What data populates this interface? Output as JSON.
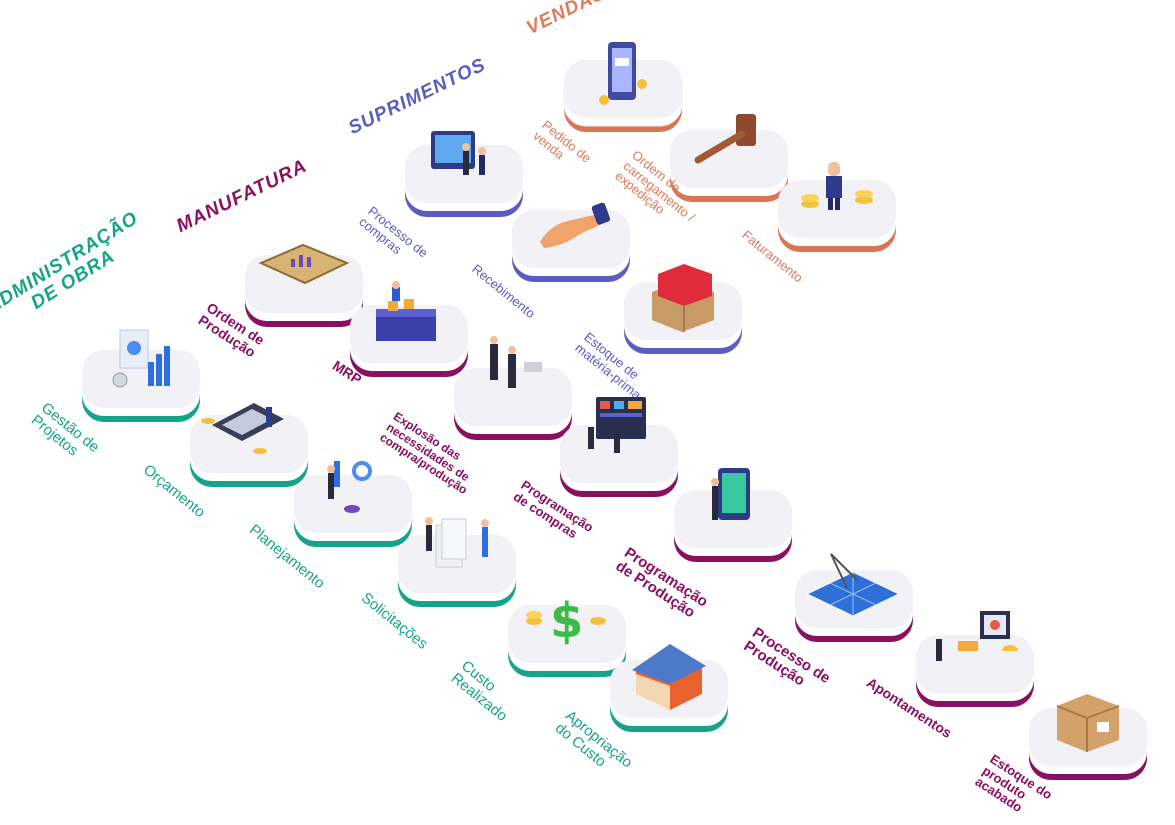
{
  "colors": {
    "adm": "#15a48a",
    "manufatura": "#8a1061",
    "suprimentos": "#5b5cbf",
    "vendas": "#e07b5a",
    "tile_top": "#f2f2f7",
    "tile_side": "#ffffff"
  },
  "headings": {
    "adm": "ADMINISTRAÇÃO\nDE OBRA",
    "manufatura": "MANUFATURA",
    "suprimentos": "SUPRIMENTOS",
    "vendas": "VENDAS"
  },
  "vendas": {
    "pedido": "Pedido de\nvenda",
    "ordem": "Ordem de\ncarregamento /\nexpedição",
    "faturamento": "Faturamento"
  },
  "suprimentos": {
    "processo": "Processo de\ncompras",
    "recebimento": "Recebimento",
    "estoque": "Estoque de\nmatéria-prima"
  },
  "manufatura": {
    "ordem": "Ordem de\nProdução",
    "mrp": "MRP",
    "explosao": "Explosão das\nnecessidades de\ncompra/produção",
    "programacao_compras": "Programação\nde compras",
    "programacao_producao": "Programação\nde Produção",
    "processo": "Processo de\nProdução",
    "apontamentos": "Apontamentos",
    "estoque": "Estoque do\nproduto\nacabado"
  },
  "adm": {
    "gestao": "Gestão de\nProjetos",
    "orcamento": "Orçamento",
    "planejamento": "Planejamento",
    "solicitacoes": "Solicitações",
    "custo_realizado": "Custo\nRealizado",
    "apropriacao": "Apropriação\ndo Custo"
  }
}
